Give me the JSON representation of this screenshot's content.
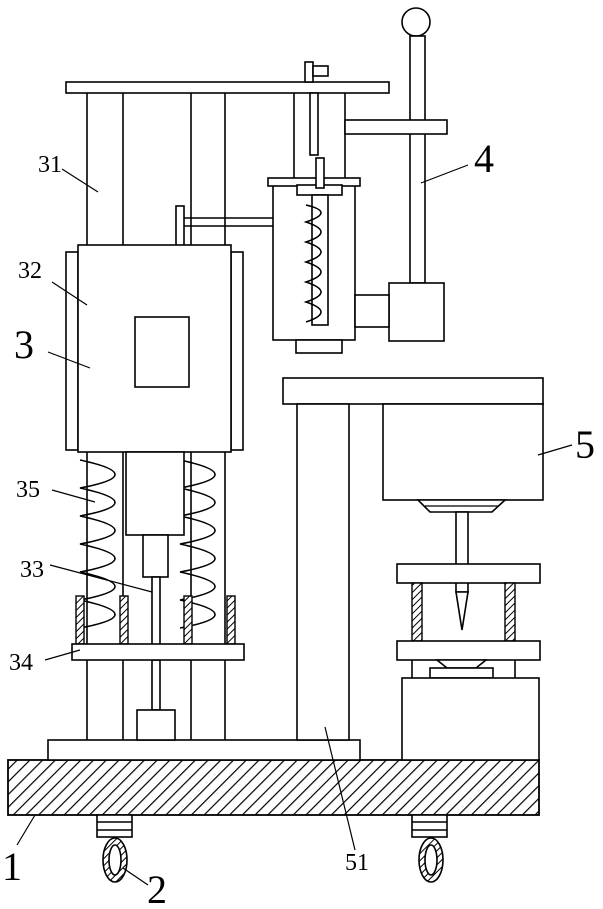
{
  "labels": {
    "l1": "1",
    "l2": "2",
    "l3": "3",
    "l4": "4",
    "l5": "5",
    "l31": "31",
    "l32": "32",
    "l33": "33",
    "l34": "34",
    "l35": "35",
    "l51": "51"
  }
}
